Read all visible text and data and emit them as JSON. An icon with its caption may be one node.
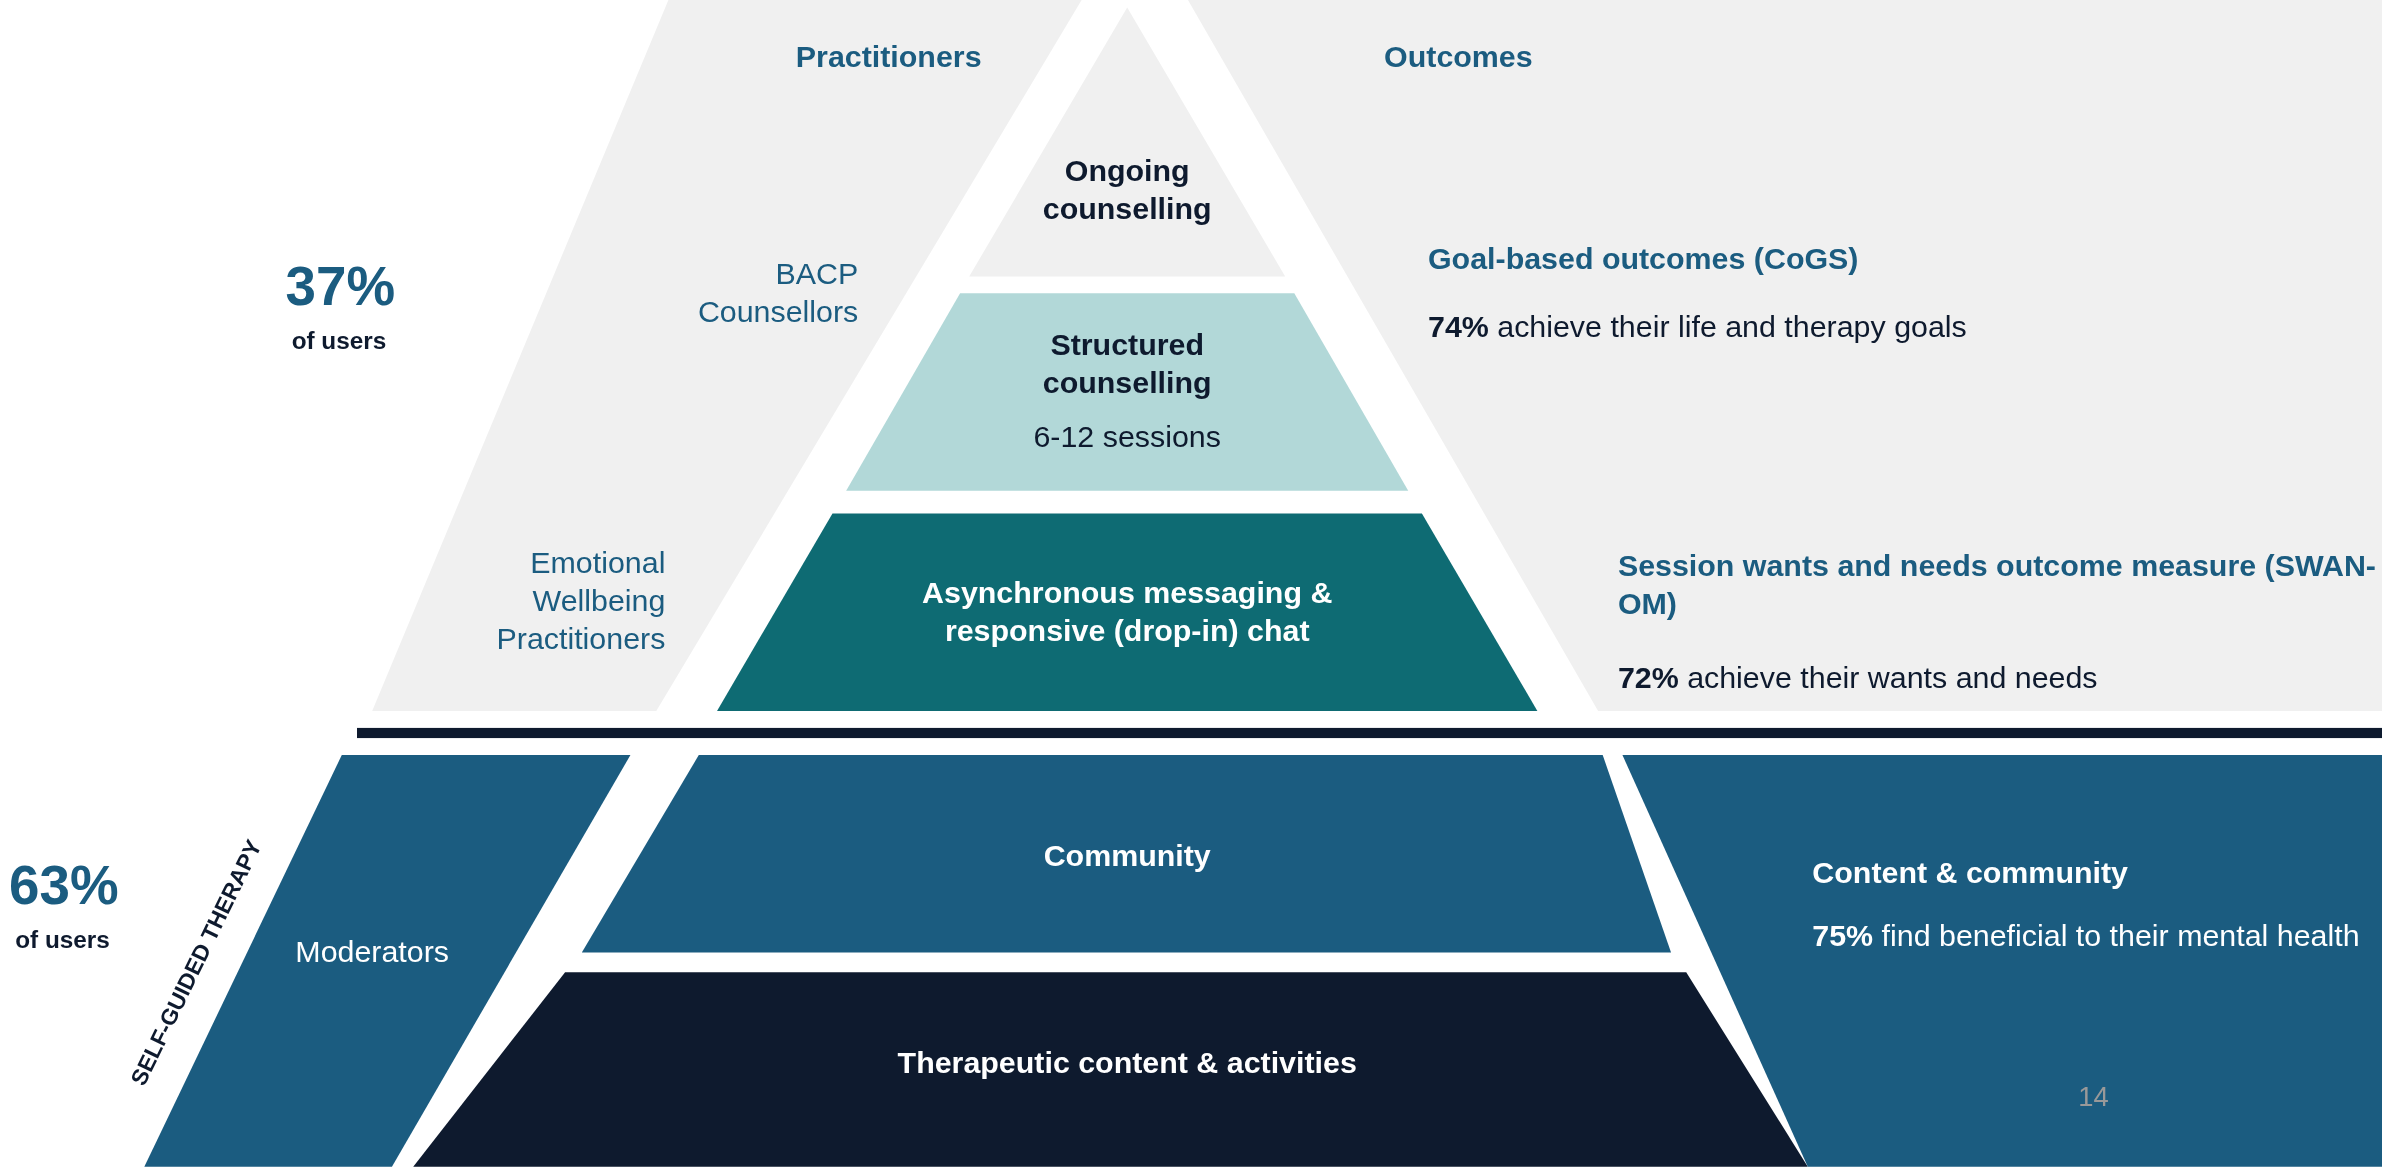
{
  "diagram": {
    "nodes": [
      {
        "text": [
          "Practitioners",
          "BACP Counsellors",
          "Emotional Wellbeing Practitioners"
        ]
      },
      {
        "text": [
          "Ongoing counselling"
        ]
      },
      {
        "text": [
          "Structured counselling",
          "6-12 sessions"
        ]
      },
      {
        "text": [
          "Asynchronous messaging & responsive (drop-in) chat"
        ]
      },
      {
        "text": [
          "Outcomes",
          "Goal-based outcomes (CoGS)",
          "**74%** achieve their life and therapy goals",
          "Session wants and needs outcome measure (SWAN-OM)",
          "**72%** achieve their wants and needs"
        ]
      },
      {
        "text": [
          "Moderators"
        ]
      },
      {
        "text": [
          "Community"
        ]
      },
      {
        "text": [
          "Therapeutic content & activities"
        ]
      },
      {
        "text": [
          "Content & community",
          "**75%** find beneficial to their mental health"
        ]
      }
    ],
    "labels": [
      "37%",
      "of users",
      "63%",
      "of users",
      "SELF-GUIDED THERAPY",
      "14"
    ]
  }
}
